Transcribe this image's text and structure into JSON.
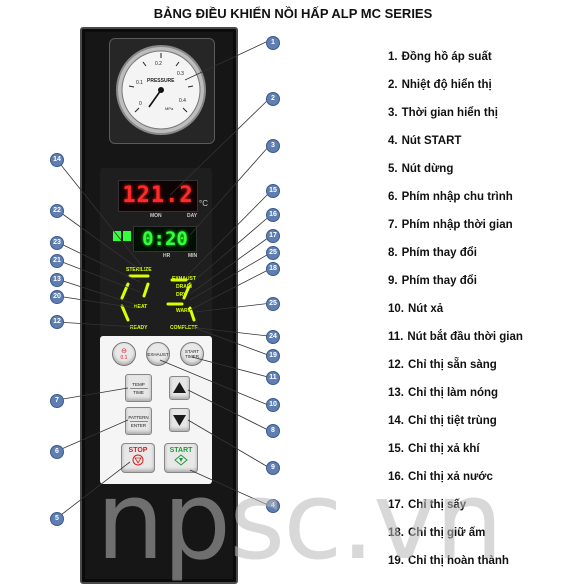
{
  "title": "BẢNG ĐIỀU KHIỂN NỒI HẤP ALP MC SERIES",
  "gauge": {
    "brand": "PRESSURE",
    "ticks": [
      "0",
      "0.1",
      "0.2",
      "0.3",
      "0.4"
    ],
    "unit": "MPa"
  },
  "temp_display": {
    "value": "121.2",
    "unit": "°C",
    "label_left": "MON",
    "label_right": "DAY"
  },
  "time_display": {
    "value": "0:20",
    "label_left": "HR",
    "label_right": "MIN"
  },
  "indicators": {
    "sterilize": "STERILIZE",
    "exhaust": "EXHAUST",
    "drain": "DRAIN",
    "dry": "DRY",
    "warm": "WARM",
    "heat": "HEAT",
    "ready": "READY",
    "complete": "COMPLETE"
  },
  "buttons": {
    "drain_symbol": "⊖",
    "drain_label": "0.1",
    "exhaust": "EXHAUST",
    "start_timer_line1": "START",
    "start_timer_line2": "TIMER",
    "temp": "TEMP",
    "time": "TIME",
    "pattern": "PATTERN",
    "enter": "ENTER",
    "stop": "STOP",
    "start": "START"
  },
  "callouts": [
    "1",
    "2",
    "3",
    "4",
    "5",
    "6",
    "7",
    "8",
    "9",
    "10",
    "11",
    "12",
    "13",
    "14",
    "15",
    "16",
    "17",
    "18",
    "19",
    "20",
    "21",
    "22",
    "23",
    "24",
    "25"
  ],
  "legend": [
    {
      "num": "1.",
      "text": "Đồng hồ áp suất"
    },
    {
      "num": "2.",
      "text": "Nhiệt độ hiển thị"
    },
    {
      "num": "3.",
      "text": "Thời gian hiển thị"
    },
    {
      "num": "4.",
      "text": "Nút START"
    },
    {
      "num": "5.",
      "text": "Nút dừng"
    },
    {
      "num": "6.",
      "text": "Phím nhập chu trình"
    },
    {
      "num": "7.",
      "text": "Phím nhập thời gian"
    },
    {
      "num": "8.",
      "text": "Phím thay đổi"
    },
    {
      "num": "9.",
      "text": "Phím thay đổi"
    },
    {
      "num": "10.",
      "text": "Nút xả"
    },
    {
      "num": "11.",
      "text": "Nút bắt đầu thời gian"
    },
    {
      "num": "12.",
      "text": "Chỉ thị sẵn sàng"
    },
    {
      "num": "13.",
      "text": "Chỉ thị làm nóng"
    },
    {
      "num": "14.",
      "text": "Chỉ thị tiệt trùng"
    },
    {
      "num": "15.",
      "text": "Chỉ thị xả khí"
    },
    {
      "num": "16.",
      "text": "Chỉ thị xả nước"
    },
    {
      "num": "17.",
      "text": "Chỉ thị sấy"
    },
    {
      "num": "18.",
      "text": "Chỉ thị giữ ấm"
    },
    {
      "num": "19.",
      "text": "Chỉ thị hoàn thành"
    }
  ],
  "watermark": "npsc.vn",
  "colors": {
    "panel": "#161616",
    "callout": "#5f7fb3",
    "temp_led": "#ff2a2a",
    "time_led": "#33ff3a",
    "indicator_led": "#d9ff00",
    "stop": "#d81e1e",
    "start": "#1f9a3a"
  }
}
